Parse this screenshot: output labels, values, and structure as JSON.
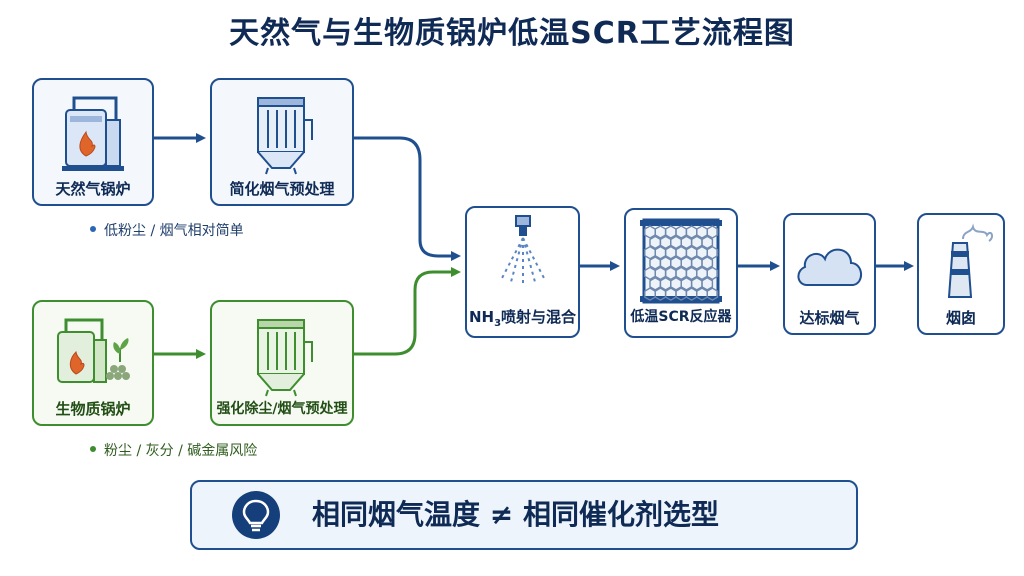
{
  "title": "天然气与生物质锅炉低温SCR工艺流程图",
  "top_row": {
    "boiler_label": "天然气锅炉",
    "pretreat_label": "简化烟气预处理",
    "note": "低粉尘 / 烟气相对简单"
  },
  "bottom_row": {
    "boiler_label": "生物质锅炉",
    "pretreat_label": "强化除尘/烟气预处理",
    "note": "粉尘 / 灰分 / 碱金属风险"
  },
  "flow": {
    "injection_prefix": "NH",
    "injection_sub": "3",
    "injection_suffix": "喷射与混合",
    "reactor_label": "低温SCR反应器",
    "clean_gas_label": "达标烟气",
    "chimney_label": "烟囱"
  },
  "banner": {
    "text": "相同烟气温度 ≠ 相同催化剂选型"
  },
  "colors": {
    "navy": "#0e2a55",
    "blue": "#1f4f8f",
    "green": "#3e8e2f"
  },
  "icons": [
    "gas-boiler-icon",
    "bag-filter-icon",
    "biomass-boiler-icon",
    "spray-nozzle-icon",
    "honeycomb-catalyst-icon",
    "cloud-icon",
    "chimney-icon",
    "lightbulb-icon"
  ]
}
